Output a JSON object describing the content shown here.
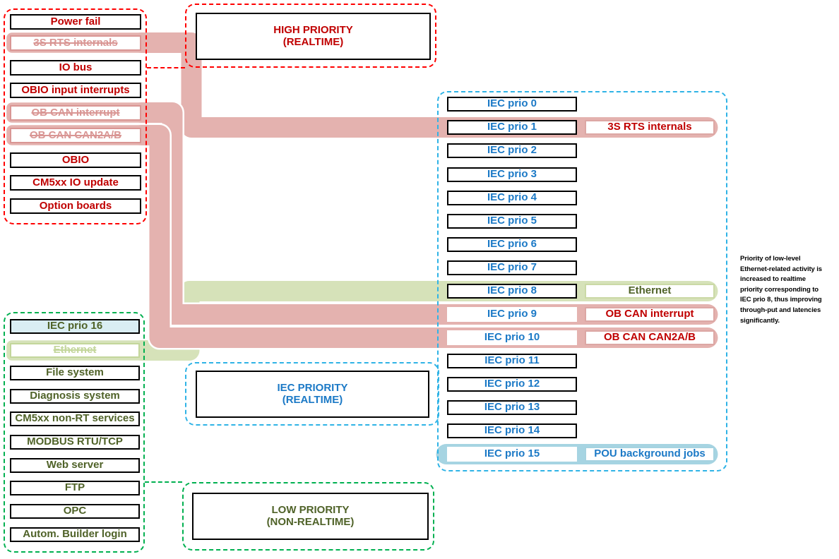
{
  "high_priority": {
    "line1": "HIGH PRIORITY",
    "line2": "(REALTIME)"
  },
  "iec_priority": {
    "line1": "IEC PRIORITY",
    "line2": "(REALTIME)"
  },
  "low_priority": {
    "line1": "LOW PRIORITY",
    "line2": "(NON-REALTIME)"
  },
  "interrupt_panel": {
    "items": [
      {
        "label": "Power fail",
        "style": "normal"
      },
      {
        "label": "3S RTS internals",
        "style": "struck-moved"
      },
      {
        "label": "IO bus",
        "style": "normal"
      },
      {
        "label": "OBIO input interrupts",
        "style": "normal"
      },
      {
        "label": "OB CAN interrupt",
        "style": "struck-moved"
      },
      {
        "label": "OB CAN CAN2A/B",
        "style": "struck-moved"
      },
      {
        "label": "OBIO",
        "style": "normal"
      },
      {
        "label": "CM5xx IO update",
        "style": "normal"
      },
      {
        "label": "Option boards",
        "style": "normal"
      }
    ]
  },
  "iec_panel": {
    "rows": [
      "IEC prio 0",
      "IEC prio 1",
      "IEC prio 2",
      "IEC prio 3",
      "IEC prio 4",
      "IEC prio 5",
      "IEC prio 6",
      "IEC prio 7",
      "IEC prio 8",
      "IEC prio 9",
      "IEC prio 10",
      "IEC prio 11",
      "IEC prio 12",
      "IEC prio 13",
      "IEC prio 14",
      "IEC prio 15"
    ],
    "attached": {
      "prio1": "3S RTS internals",
      "prio8": "Ethernet",
      "prio9": "OB CAN interrupt",
      "prio10": "OB CAN CAN2A/B",
      "prio15": "POU background jobs"
    }
  },
  "lowprio_panel": {
    "items": [
      "IEC prio 16",
      "Ethernet",
      "File system",
      "Diagnosis system",
      "CM5xx non-RT services",
      "MODBUS RTU/TCP",
      "Web server",
      "FTP",
      "OPC",
      "Autom. Builder login"
    ]
  },
  "annotation": {
    "text": "Priority of low-level\nEthernet-related activity is\nincreased to realtime\npriority corresponding to\nIEC prio 8, thus improving\nthrough-put and latencies\nsignificantly."
  },
  "colors": {
    "red_text": "#c00000",
    "blue_text": "#1b79c6",
    "olive_text": "#4f6228",
    "struck_pink": "#d99694",
    "struck_pale_green": "#c3d69b",
    "band_pink": "#e4b2af",
    "band_green": "#d6e2b9",
    "band_blue": "#a6d4e2",
    "dash_red": "#ff0000",
    "dash_cyan": "#2fb3e6",
    "dash_green": "#00b050",
    "prio16_fill": "#daeef3"
  }
}
